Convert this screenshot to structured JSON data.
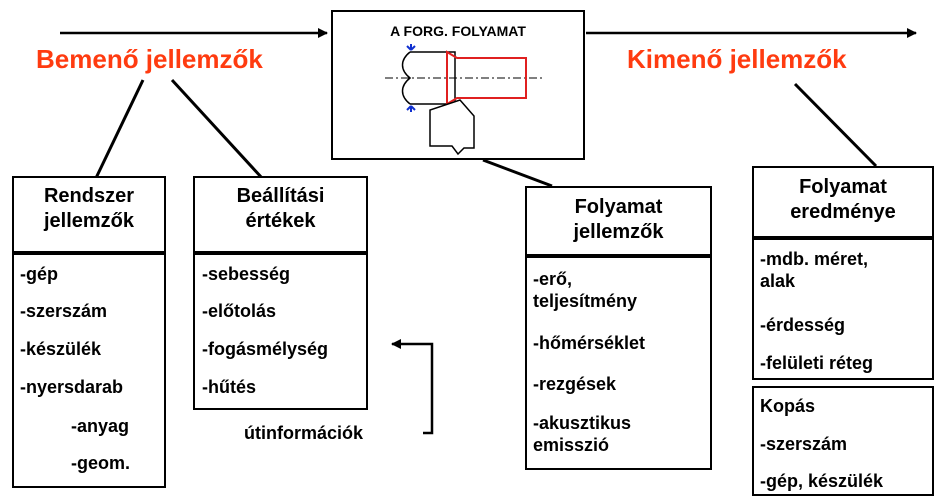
{
  "header": {
    "input_label": "Bemenő jellemzők",
    "output_label": "Kimenő jellemzők",
    "process_title": "A FORG. FOLYAMAT"
  },
  "boxes": {
    "system": {
      "title": "Rendszer\njellemzők",
      "items": [
        "-gép",
        "-szerszám",
        "-készülék",
        "-nyersdarab",
        "-anyag",
        "-geom."
      ]
    },
    "settings": {
      "title": "Beállítási\nértékek",
      "items": [
        "-sebesség",
        "-előtolás",
        "-fogásmélység",
        "-hűtés"
      ],
      "feedback_label": "útinformációk"
    },
    "process": {
      "title": "Folyamat\njellemzők",
      "items": [
        "-erő,\nteljesítmény",
        "-hőmérséklet",
        "-rezgések",
        "-akusztikus\nemisszió"
      ]
    },
    "result": {
      "title": "Folyamat\neredménye",
      "items": [
        "-mdb. méret,\nalak",
        "-érdesség",
        "-felületi réteg"
      ]
    },
    "wear": {
      "title": "Kopás",
      "items": [
        "-szerszám",
        "-gép, készülék"
      ]
    }
  },
  "colors": {
    "accent_red": "#ff3b10",
    "part_outline": "#e02020",
    "marker_blue": "#1030d0"
  }
}
